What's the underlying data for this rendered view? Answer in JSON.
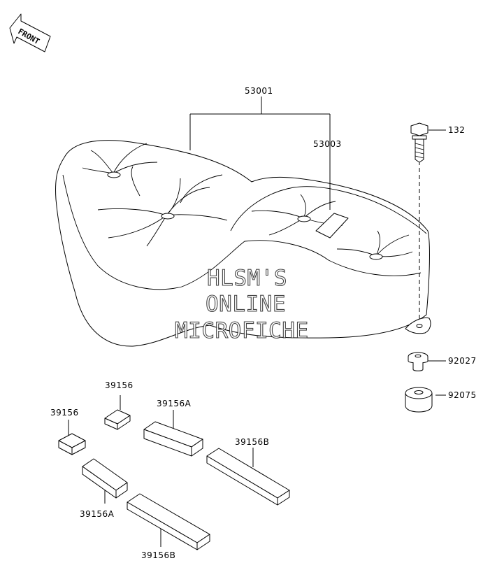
{
  "direction_arrow": {
    "text": "FRONT",
    "icon": "front-arrow-icon"
  },
  "watermark": {
    "line1": "HLSM'S",
    "line2": "ONLINE",
    "line3": "MICROFICHE"
  },
  "parts": {
    "seat_assembly": "53001",
    "seat_cover_insert": "53003",
    "bolt": "132",
    "collar": "92027",
    "damper": "92075",
    "pad_small_a": "39156",
    "pad_small_b": "39156",
    "pad_medium_a": "39156A",
    "pad_medium_b": "39156A",
    "pad_long_a": "39156B",
    "pad_long_b": "39156B"
  }
}
